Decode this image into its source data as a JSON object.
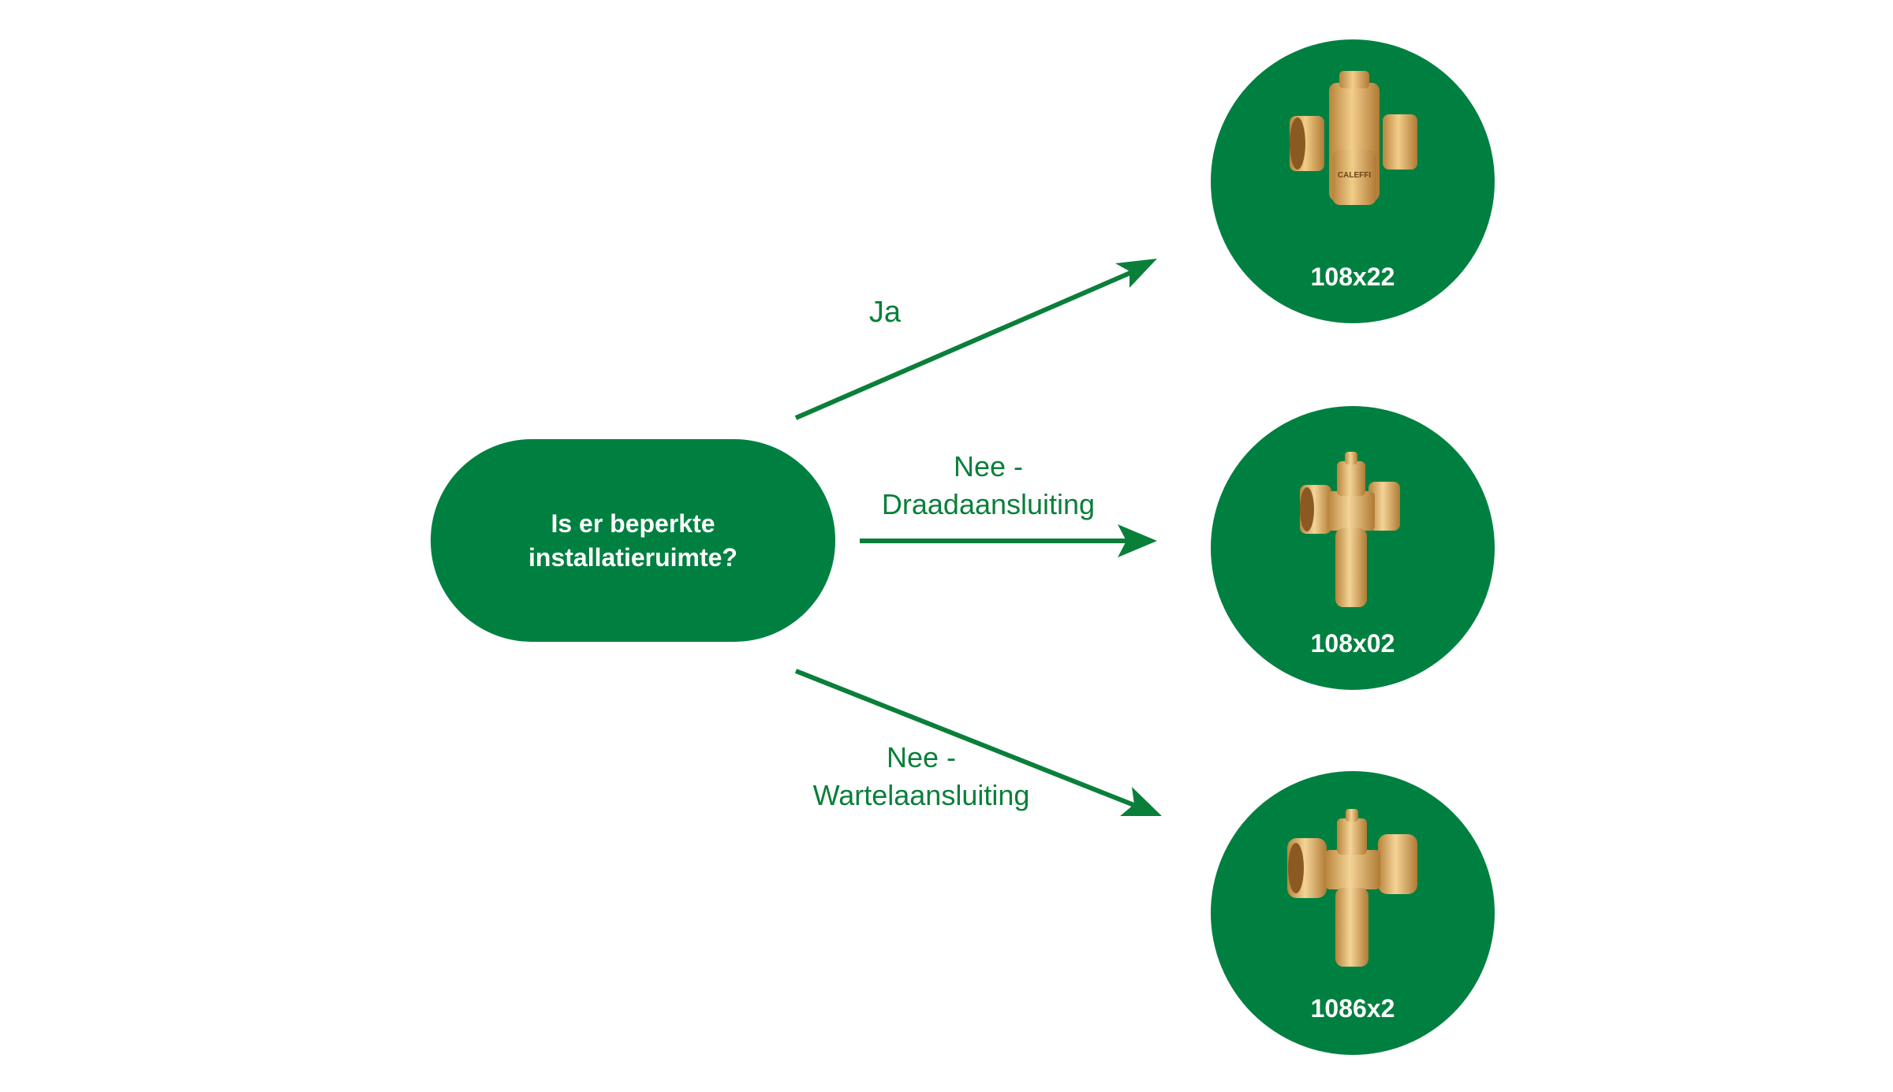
{
  "question": {
    "line1": "Is er beperkte",
    "line2": "installatieruimte?"
  },
  "edges": [
    {
      "label_lines": [
        "Ja"
      ]
    },
    {
      "label_lines": [
        "Nee -",
        "Draadaansluiting"
      ]
    },
    {
      "label_lines": [
        "Nee -",
        "Wartelaansluiting"
      ]
    }
  ],
  "products": [
    {
      "code": "108x22",
      "icon": "valve-compact-icon",
      "brand": "CALEFFI"
    },
    {
      "code": "108x02",
      "icon": "valve-threaded-icon"
    },
    {
      "code": "1086x2",
      "icon": "valve-union-icon"
    }
  ],
  "colors": {
    "brand_green": "#008040",
    "text_green": "#0a7f3a",
    "brass": "#d9a760"
  }
}
